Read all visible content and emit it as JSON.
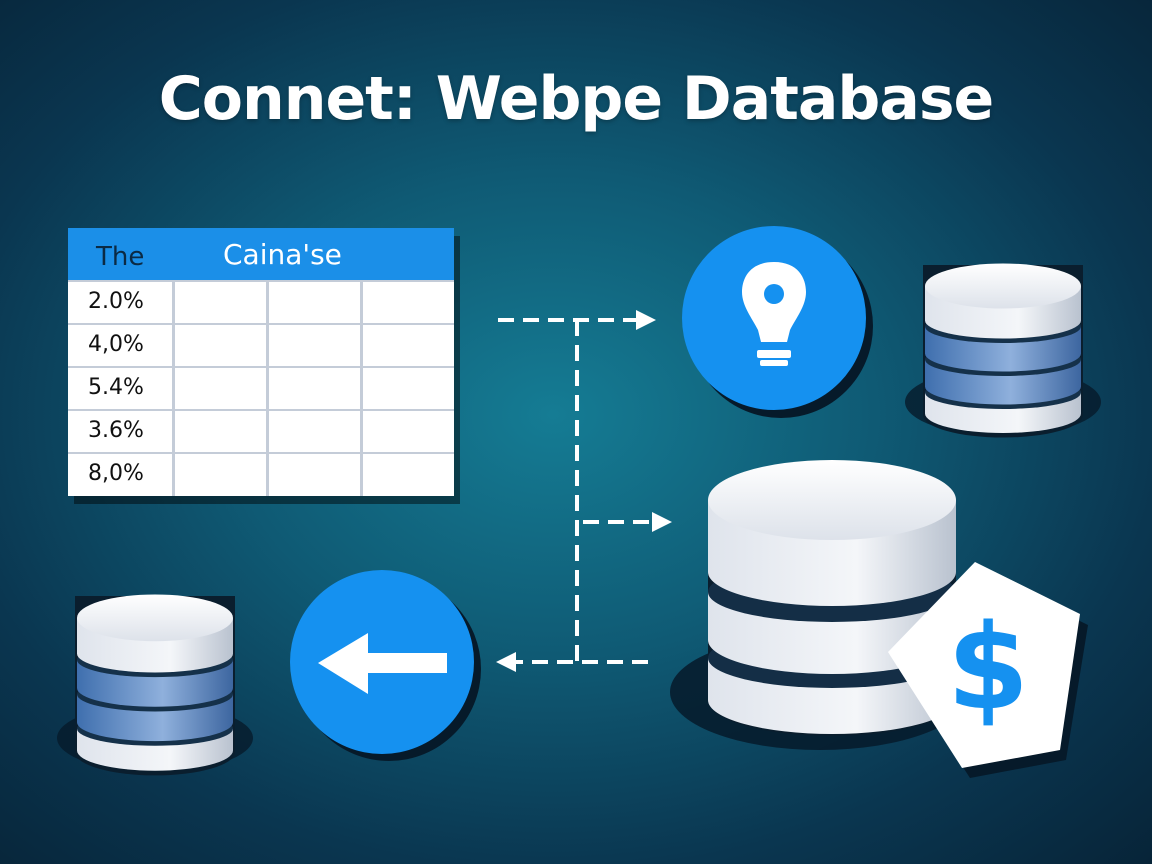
{
  "title": "Connet: Webpe Database",
  "table": {
    "headers": [
      "The",
      "Cainа'se"
    ],
    "rows": [
      "2.0%",
      "4,0%",
      "5.4%",
      "3.6%",
      "8,0%"
    ]
  },
  "badge": {
    "symbol": "$"
  },
  "icons": {
    "lightbulb": "lightbulb-icon",
    "arrow": "arrow-left-icon",
    "database": "database-icon",
    "dollar": "dollar-icon"
  },
  "colors": {
    "accent": "#1b8fe8",
    "background": "#0f5a74",
    "dashed_line": "#ffffff",
    "db_top": "#f2f4f7",
    "db_blue": "#5a86bf"
  }
}
